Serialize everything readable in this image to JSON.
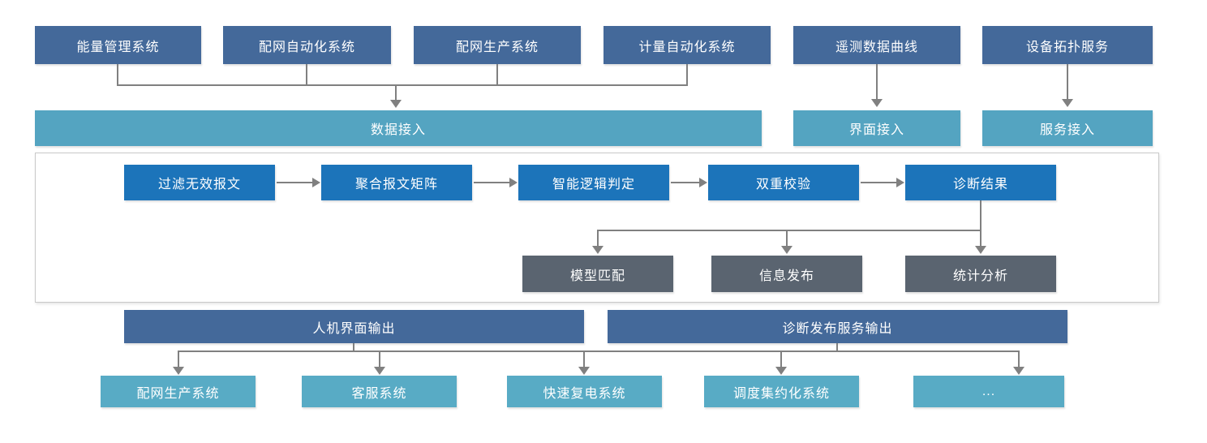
{
  "top_row": [
    "能量管理系统",
    "配网自动化系统",
    "配网生产系统",
    "计量自动化系统",
    "遥测数据曲线",
    "设备拓扑服务"
  ],
  "access_row": {
    "data_access": "数据接入",
    "ui_access": "界面接入",
    "service_access": "服务接入"
  },
  "process_row": [
    "过滤无效报文",
    "聚合报文矩阵",
    "智能逻辑判定",
    "双重校验",
    "诊断结果"
  ],
  "result_row": [
    "模型匹配",
    "信息发布",
    "统计分析"
  ],
  "output_row": [
    "人机界面输出",
    "诊断发布服务输出"
  ],
  "consumer_row": [
    "配网生产系统",
    "客服系统",
    "快速复电系统",
    "调度集约化系统",
    "..."
  ],
  "colors": {
    "source_box": "#44699a",
    "access_bar": "#54a4c1",
    "process_box": "#1c74ba",
    "result_box": "#5a6470",
    "consumer_box": "#58abc5",
    "output_bar": "#44699a",
    "connector": "#808080",
    "container_border": "#c9c9c9",
    "background": "#ffffff"
  }
}
